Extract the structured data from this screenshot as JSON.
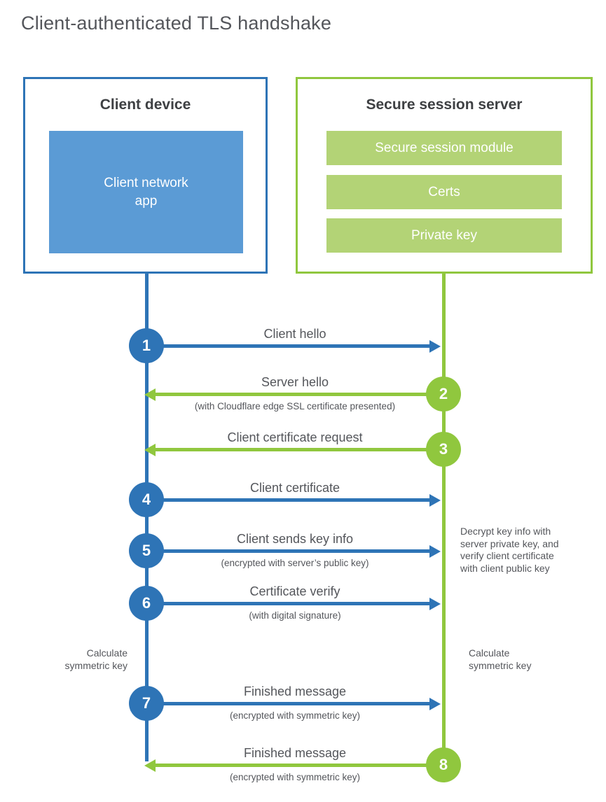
{
  "title": "Client-authenticated TLS handshake",
  "colors": {
    "client_blue": "#2E74B6",
    "client_blue_fill": "#5B9BD5",
    "server_green": "#90C73E",
    "server_green_fill": "#B3D376",
    "heading_text": "#3E4043",
    "body_text": "#54565B",
    "background": "#FFFFFF",
    "box_text": "#FFFFFF"
  },
  "client": {
    "heading": "Client device",
    "app": "Client network\napp"
  },
  "server": {
    "heading": "Secure session server",
    "modules": [
      "Secure session module",
      "Certs",
      "Private key"
    ]
  },
  "steps": [
    {
      "num": "1",
      "from": "client",
      "label": "Client hello",
      "sublabel": ""
    },
    {
      "num": "2",
      "from": "server",
      "label": "Server hello",
      "sublabel": "(with Cloudflare edge SSL certificate presented)"
    },
    {
      "num": "3",
      "from": "server",
      "label": "Client certificate request",
      "sublabel": ""
    },
    {
      "num": "4",
      "from": "client",
      "label": "Client certificate",
      "sublabel": ""
    },
    {
      "num": "5",
      "from": "client",
      "label": "Client sends key info",
      "sublabel": "(encrypted with server’s public key)"
    },
    {
      "num": "6",
      "from": "client",
      "label": "Certificate verify",
      "sublabel": "(with digital signature)"
    },
    {
      "num": "7",
      "from": "client",
      "label": "Finished message",
      "sublabel": "(encrypted with symmetric key)"
    },
    {
      "num": "8",
      "from": "server",
      "label": "Finished message",
      "sublabel": "(encrypted with symmetric key)"
    }
  ],
  "annotations": {
    "client_calculate": "Calculate\nsymmetric key",
    "server_decrypt": "Decrypt key info with\nserver private key, and\nverify client certificate\nwith client public key",
    "server_calculate": "Calculate\nsymmetric key"
  }
}
